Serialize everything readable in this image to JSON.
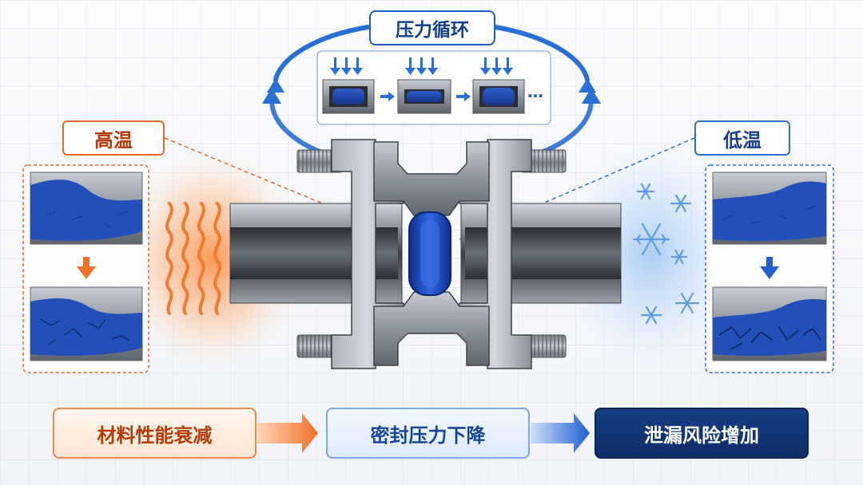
{
  "title": "压力循环",
  "hot": {
    "label": "高温"
  },
  "cold": {
    "label": "低温"
  },
  "cycle": {
    "ellipsis": "…"
  },
  "flow": [
    {
      "label": "材料性能衰减"
    },
    {
      "label": "密封压力下降"
    },
    {
      "label": "泄漏风险增加"
    }
  ],
  "colors": {
    "hot_accent": "#e8672a",
    "cold_accent": "#2f6fcf",
    "seal_blue": "#1f4fc2",
    "steel": "#8c9198",
    "dark_navy": "#0d2d66"
  },
  "icons": [
    "heat-waves-icon",
    "snowflake-icon",
    "down-arrow-icon",
    "right-arrow-icon",
    "cycle-arrow-icon"
  ]
}
